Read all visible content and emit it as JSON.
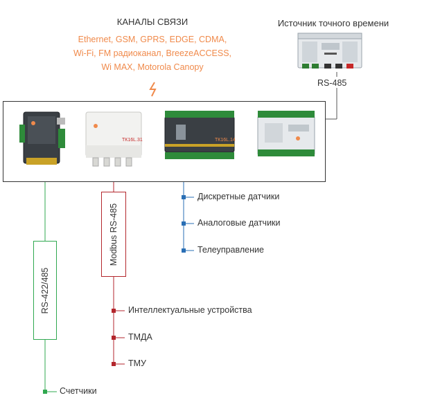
{
  "channels": {
    "title": "КАНАЛЫ СВЯЗИ",
    "lines": [
      "Ethernet, GSM, GPRS, EDGE, CDMA,",
      "Wi-Fi, FM радиоканал, BreezeACCESS,",
      "Wi MAX, Motorola Canopy"
    ]
  },
  "time_source": {
    "title": "Источник точного времени",
    "interface": "RS-485"
  },
  "colors": {
    "channels_text": "#f08a4b",
    "green": "#2fa84f",
    "red": "#b3262c",
    "blue": "#2a6fb5"
  },
  "devices": [
    {
      "name": "controller-1"
    },
    {
      "name": "controller-tk16l31",
      "label": "ТК16L.31"
    },
    {
      "name": "controller-tk16l14",
      "label": "ТК16L.14"
    },
    {
      "name": "controller-din"
    }
  ],
  "green_branch": {
    "label": "RS-422/485",
    "items": [
      "Счетчики"
    ]
  },
  "red_branch": {
    "label": "Modbus RS-485",
    "items": [
      "Интеллектуальные устройства",
      "ТМДА",
      "ТМУ"
    ]
  },
  "blue_branch": {
    "items": [
      "Дискретные датчики",
      "Аналоговые датчики",
      "Телеуправление"
    ]
  }
}
